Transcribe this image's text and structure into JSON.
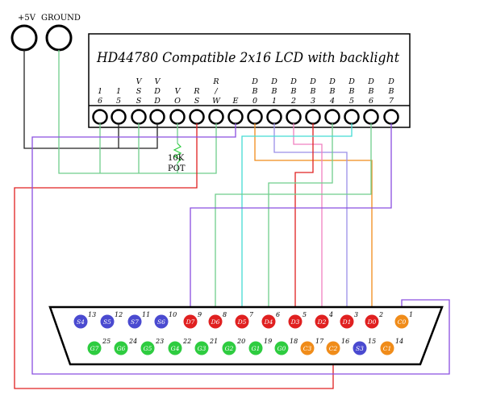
{
  "power": {
    "plus5v_label": "+5V",
    "ground_label": "GROUND"
  },
  "lcd": {
    "title": "HD44780 Compatible 2x16 LCD with backlight",
    "pins": [
      {
        "lines": [
          "1",
          "6"
        ]
      },
      {
        "lines": [
          "1",
          "5"
        ]
      },
      {
        "lines": [
          "V",
          "S",
          "S"
        ]
      },
      {
        "lines": [
          "V",
          "D",
          "D"
        ]
      },
      {
        "lines": [
          "V",
          "O"
        ]
      },
      {
        "lines": [
          "R",
          "S"
        ]
      },
      {
        "lines": [
          "R",
          "/",
          "W"
        ]
      },
      {
        "lines": [
          "E"
        ]
      },
      {
        "lines": [
          "D",
          "B",
          "0"
        ]
      },
      {
        "lines": [
          "D",
          "B",
          "1"
        ]
      },
      {
        "lines": [
          "D",
          "B",
          "2"
        ]
      },
      {
        "lines": [
          "D",
          "B",
          "3"
        ]
      },
      {
        "lines": [
          "D",
          "B",
          "4"
        ]
      },
      {
        "lines": [
          "D",
          "B",
          "5"
        ]
      },
      {
        "lines": [
          "D",
          "B",
          "6"
        ]
      },
      {
        "lines": [
          "D",
          "B",
          "7"
        ]
      }
    ]
  },
  "pot": {
    "label_line1": "10K",
    "label_line2": "POT"
  },
  "db25": {
    "top_row": [
      {
        "num": "13",
        "label": "S4",
        "color": "#4a4ad0"
      },
      {
        "num": "12",
        "label": "S5",
        "color": "#4a4ad0"
      },
      {
        "num": "11",
        "label": "S7",
        "color": "#4a4ad0"
      },
      {
        "num": "10",
        "label": "S6",
        "color": "#4a4ad0"
      },
      {
        "num": "9",
        "label": "D7",
        "color": "#e02020"
      },
      {
        "num": "8",
        "label": "D6",
        "color": "#e02020"
      },
      {
        "num": "7",
        "label": "D5",
        "color": "#e02020"
      },
      {
        "num": "6",
        "label": "D4",
        "color": "#e02020"
      },
      {
        "num": "5",
        "label": "D3",
        "color": "#e02020"
      },
      {
        "num": "4",
        "label": "D2",
        "color": "#e02020"
      },
      {
        "num": "3",
        "label": "D1",
        "color": "#e02020"
      },
      {
        "num": "2",
        "label": "D0",
        "color": "#e02020"
      },
      {
        "num": "1",
        "label": "C0",
        "color": "#f08c1a"
      }
    ],
    "bottom_row": [
      {
        "num": "25",
        "label": "G7",
        "color": "#2ecc40"
      },
      {
        "num": "24",
        "label": "G6",
        "color": "#2ecc40"
      },
      {
        "num": "23",
        "label": "G5",
        "color": "#2ecc40"
      },
      {
        "num": "22",
        "label": "G4",
        "color": "#2ecc40"
      },
      {
        "num": "21",
        "label": "G3",
        "color": "#2ecc40"
      },
      {
        "num": "20",
        "label": "G2",
        "color": "#2ecc40"
      },
      {
        "num": "19",
        "label": "G1",
        "color": "#2ecc40"
      },
      {
        "num": "18",
        "label": "G0",
        "color": "#2ecc40"
      },
      {
        "num": "17",
        "label": "C3",
        "color": "#f08c1a"
      },
      {
        "num": "16",
        "label": "C2",
        "color": "#f08c1a"
      },
      {
        "num": "15",
        "label": "S3",
        "color": "#4a4ad0"
      },
      {
        "num": "14",
        "label": "C1",
        "color": "#f08c1a"
      }
    ]
  },
  "wire_colors": {
    "black": "#222222",
    "green": "#6fce8c",
    "purple": "#8a4fe0",
    "red": "#e02020",
    "orange": "#f08c1a",
    "lilac": "#9a8fe8",
    "pink": "#f080c0",
    "cyan": "#44dcd4"
  }
}
